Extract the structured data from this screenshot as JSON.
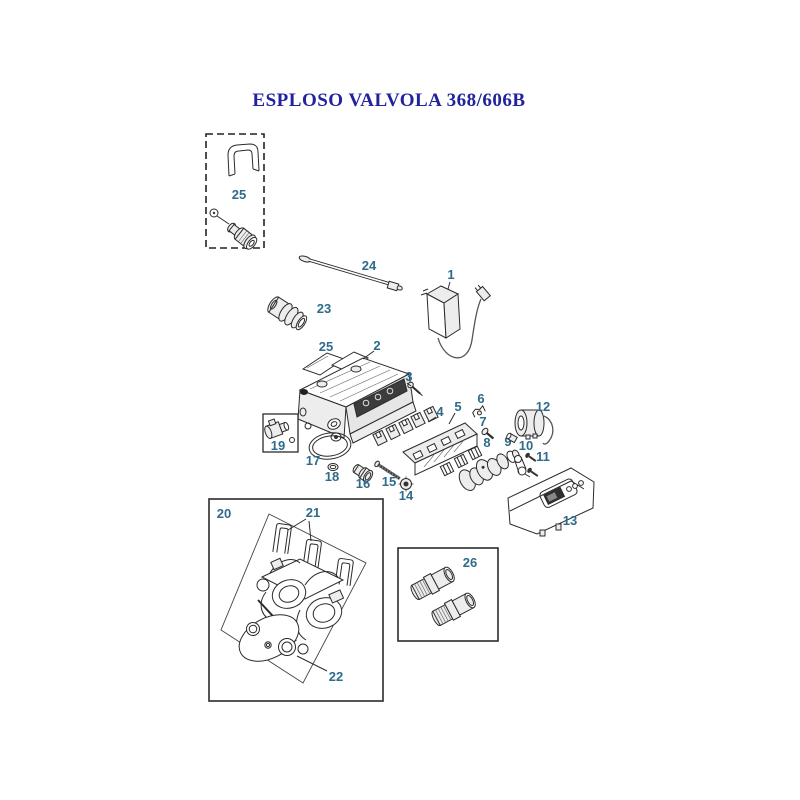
{
  "title": "ESPLOSO VALVOLA 368/606B",
  "colors": {
    "title": "#22229e",
    "label": "#2e6b8c",
    "line": "#2b2b2b"
  },
  "labels": {
    "p1": "1",
    "p2": "2",
    "p3": "3",
    "p4": "4",
    "p5": "5",
    "p6": "6",
    "p7": "7",
    "p8": "8",
    "p9": "9",
    "p10": "10",
    "p11": "11",
    "p12": "12",
    "p13": "13",
    "p14": "14",
    "p15": "15",
    "p16": "16",
    "p17": "17",
    "p18": "18",
    "p19": "19",
    "p20": "20",
    "p21": "21",
    "p22": "22",
    "p23": "23",
    "p24": "24",
    "p25_inset": "25",
    "p25_cover": "25",
    "p26": "26"
  }
}
